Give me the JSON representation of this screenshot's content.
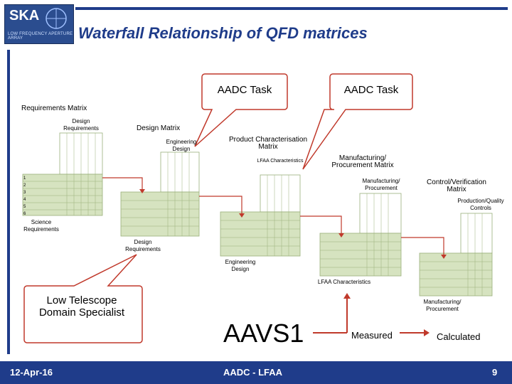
{
  "header": {
    "logo_text": "SKA",
    "logo_subtext": "LOW FREQUENCY APERTURE ARRAY",
    "title": "Waterfall Relationship of QFD matrices"
  },
  "callouts": {
    "aadc_task_1": "AADC Task",
    "aadc_task_2": "AADC Task",
    "low_telescope": "Low Telescope Domain Specialist"
  },
  "diagram": {
    "requirements_matrix": "Requirements Matrix",
    "design_requirements_top": "Design Requirements",
    "science_requirements": "Science Requirements",
    "design_matrix": "Design Matrix",
    "engineering_design_top": "Engineering Design",
    "design_requirements_bottom": "Design Requirements",
    "product_characterisation_matrix": "Product Characterisation Matrix",
    "lfaa_top": "LFAA Characteristics",
    "engineering_design_bottom": "Engineering Design",
    "manufacturing_procurement_matrix": "Manufacturing/ Procurement Matrix",
    "manufacturing_procurement_top": "Manufacturing/ Procurement",
    "lfaa_characteristics_bottom": "LFAA Characteristics",
    "control_verification_matrix": "Control/Verification Matrix",
    "production_quality_controls": "Production/Quality Controls",
    "manufacturing_procurement_bottom": "Manufacturing/ Procurement",
    "row_numbers": [
      "1",
      "2",
      "3",
      "4",
      "5",
      "6"
    ]
  },
  "bottom": {
    "aavs1": "AAVS1",
    "measured": "Measured",
    "calculated": "Calculated"
  },
  "footer": {
    "date": "12-Apr-16",
    "center": "AADC - LFAA",
    "page": "9"
  },
  "colors": {
    "brand_blue": "#1f3c8a",
    "arrow_red": "#c0392b",
    "grid_green": "#d6e3c0"
  }
}
